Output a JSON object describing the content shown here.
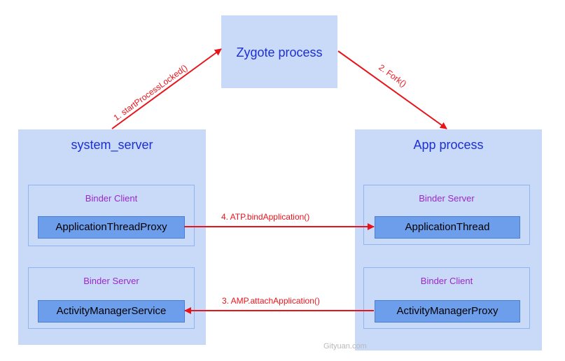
{
  "zygote": {
    "title": "Zygote process"
  },
  "system_server": {
    "title": "system_server",
    "client_label": "Binder Client",
    "client_component": "ApplicationThreadProxy",
    "server_label": "Binder Server",
    "server_component": "ActivityManagerService"
  },
  "app_process": {
    "title": "App process",
    "server_label": "Binder Server",
    "server_component": "ApplicationThread",
    "client_label": "Binder Client",
    "client_component": "ActivityManagerProxy"
  },
  "arrows": {
    "start_process": "1. startProcessLocked()",
    "fork": "2. Fork()",
    "attach_application": "3. AMP.attachApplication()",
    "bind_application": "4. ATP.bindApplication()"
  },
  "colors": {
    "box_fill": "#c9daf8",
    "component_fill": "#6d9eeb",
    "arrow": "#e8141c",
    "title_text": "#1c2fd6",
    "binder_label": "#9b28c9"
  },
  "watermark": "Gityuan.com"
}
